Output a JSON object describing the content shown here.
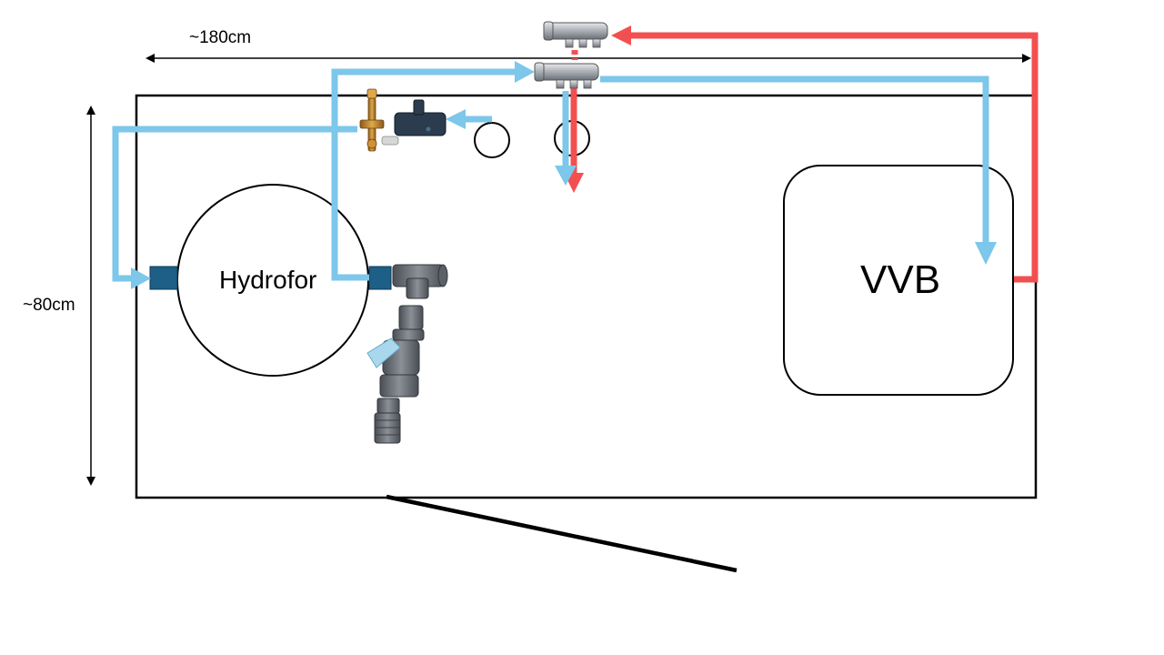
{
  "dimensions": {
    "width_label": "~180cm",
    "height_label": "~80cm"
  },
  "components": {
    "hydrofor_label": "Hydrofor",
    "vvb_label": "VVB"
  },
  "colors": {
    "cold_water": "#7cc7ea",
    "hot_water": "#f25050",
    "outline": "#000000",
    "hydrofor_port": "#1d5f86",
    "manifold_metal": "#a9adb3",
    "pvc_grey": "#6f747b",
    "brass": "#c98a2e",
    "valve_handle": "#a9d8ee"
  },
  "icons": [
    "manifold-icon",
    "brass-valve-icon",
    "water-filter-icon",
    "pvc-tee-icon",
    "pvc-ball-valve-icon",
    "hose-adapter-icon"
  ]
}
